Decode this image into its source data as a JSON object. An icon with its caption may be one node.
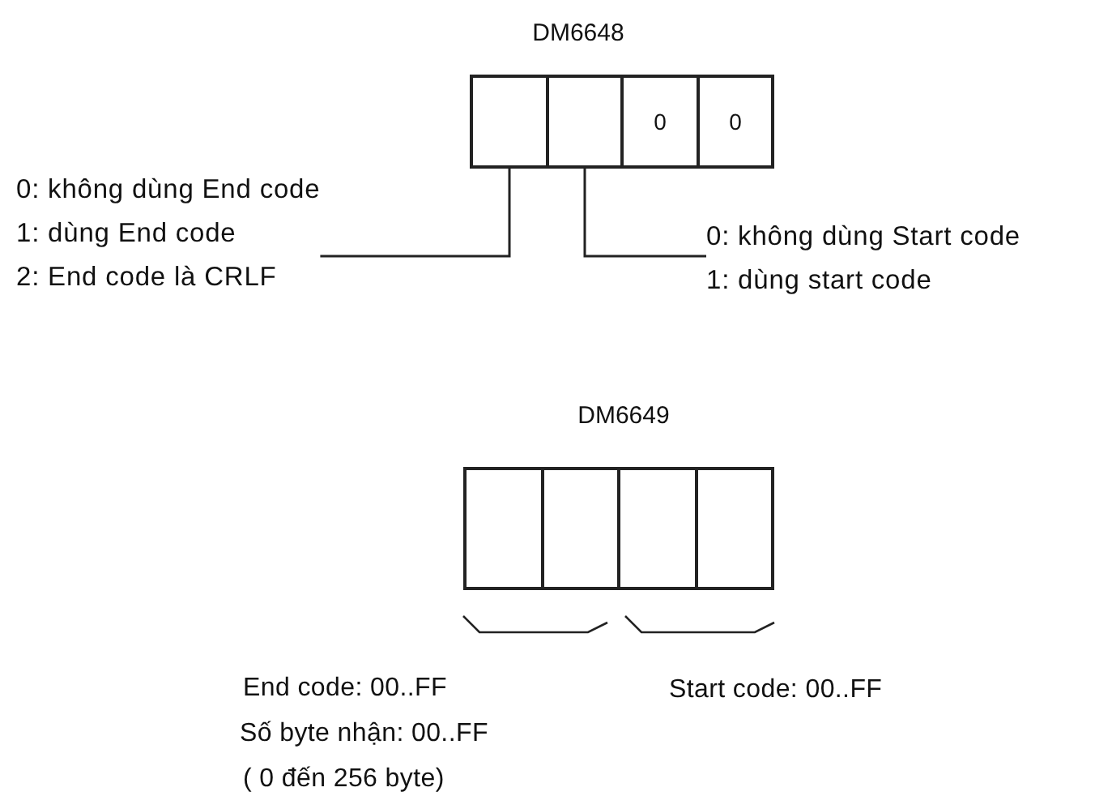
{
  "diagram": {
    "nodes": [
      {
        "text": [
          "DM6648"
        ]
      },
      {
        "text": [],
        "shape": "box",
        "in": 0
      },
      {
        "text": [],
        "shape": "box",
        "in": 0
      },
      {
        "text": [
          "0"
        ],
        "in": 0
      },
      {
        "text": [
          "0"
        ],
        "in": 0
      },
      {
        "text": [
          "0: không dùng End code",
          "1: dùng End code",
          "2: End code là CRLF"
        ]
      },
      {
        "text": [
          "0: không dùng Start code",
          "1: dùng start code"
        ]
      },
      {
        "text": [
          "DM6649"
        ]
      },
      {
        "text": [],
        "shape": "box",
        "in": 7
      },
      {
        "text": [],
        "shape": "box",
        "in": 7
      },
      {
        "text": [],
        "shape": "box",
        "in": 7
      },
      {
        "text": [],
        "shape": "box",
        "in": 7
      }
    ],
    "edges": [
      {
        "from": 5,
        "to": 1,
        "arrow": "none"
      },
      {
        "from": 6,
        "to": 2,
        "arrow": "none"
      }
    ],
    "labels": [
      "End code: 00..FF",
      "Start code: 00..FF",
      "Số byte nhận: 00..FF",
      "( 0 đến 256 byte)"
    ]
  }
}
